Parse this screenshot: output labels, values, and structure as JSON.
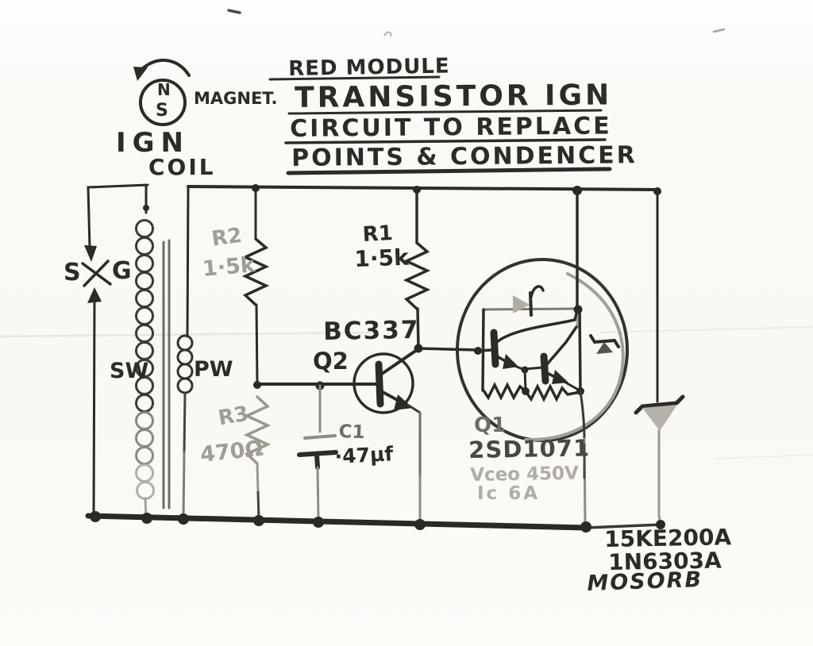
{
  "title": {
    "line1": "RED MODULE",
    "line2": "TRANSISTOR IGN",
    "line3": "CIRCUIT TO REPLACE",
    "line4": "POINTS & CONDENCER"
  },
  "magnet": {
    "label": "MAGNET.",
    "north": "N",
    "south": "S"
  },
  "ign_coil": {
    "line1": "IGN",
    "line2": "COIL"
  },
  "spark_gap": {
    "left": "S",
    "right": "G"
  },
  "transformer": {
    "secondary": "SW",
    "primary": "PW"
  },
  "components": {
    "r1": {
      "name": "R1",
      "value": "1·5k"
    },
    "r2": {
      "name": "R2",
      "value": "1·5k"
    },
    "r3": {
      "name": "R3",
      "value": "470Ω"
    },
    "c1": {
      "name": "C1",
      "value": "·47µf"
    },
    "q2": {
      "part": "BC337",
      "name": "Q2"
    },
    "q1": {
      "name": "Q1",
      "part": "2SD1071",
      "vceo": "Vceo 450V",
      "ic": "Ic 6A"
    }
  },
  "tvs": {
    "line1": "15KE200A",
    "line2": "1N6303A",
    "line3": "MOSORB"
  },
  "colors": {
    "ink": "#2d2b28",
    "pencil": "#a19d96",
    "paper": "#fbfaf7"
  }
}
